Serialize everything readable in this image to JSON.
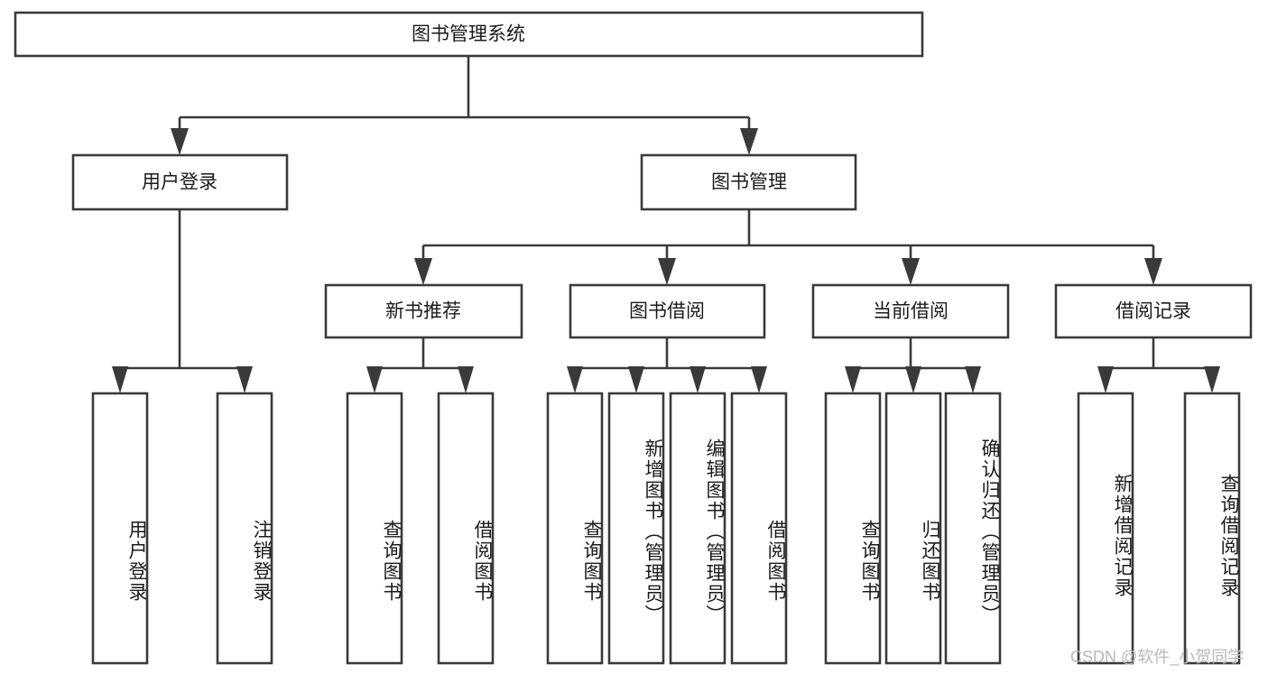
{
  "diagram": {
    "title_node": {
      "label": "图书管理系统"
    },
    "level2": [
      {
        "id": "user-login",
        "label": "用户登录"
      },
      {
        "id": "book-manage",
        "label": "图书管理"
      }
    ],
    "level3": [
      {
        "id": "new-book-recommend",
        "label": "新书推荐"
      },
      {
        "id": "book-borrow",
        "label": "图书借阅"
      },
      {
        "id": "current-borrow",
        "label": "当前借阅"
      },
      {
        "id": "borrow-record",
        "label": "借阅记录"
      }
    ],
    "leaves": {
      "user_login": [
        {
          "id": "leaf-user-login",
          "label": "用户登录"
        },
        {
          "id": "leaf-logout-login",
          "label": "注销登录"
        }
      ],
      "new_book_recommend": [
        {
          "id": "leaf-query-book-1",
          "label": "查询图书"
        },
        {
          "id": "leaf-borrow-book-1",
          "label": "借阅图书"
        }
      ],
      "book_borrow": [
        {
          "id": "leaf-query-book-2",
          "label": "查询图书"
        },
        {
          "id": "leaf-add-book",
          "label": "新增图书（管理员）"
        },
        {
          "id": "leaf-edit-book",
          "label": "编辑图书（管理员）"
        },
        {
          "id": "leaf-borrow-book-2",
          "label": "借阅图书"
        }
      ],
      "current_borrow": [
        {
          "id": "leaf-query-book-3",
          "label": "查询图书"
        },
        {
          "id": "leaf-return-book",
          "label": "归还图书"
        },
        {
          "id": "leaf-confirm-return",
          "label": "确认归还（管理员）"
        }
      ],
      "borrow_record": [
        {
          "id": "leaf-add-record",
          "label": "新增借阅记录"
        },
        {
          "id": "leaf-query-record",
          "label": "查询借阅记录"
        }
      ]
    },
    "watermark": {
      "text": "CSDN @软件_小贺同学"
    },
    "colors": {
      "stroke": "#3a3a3a",
      "fill": "#ffffff",
      "text": "#1b1b1b",
      "watermark": "#b9b9b9"
    }
  }
}
